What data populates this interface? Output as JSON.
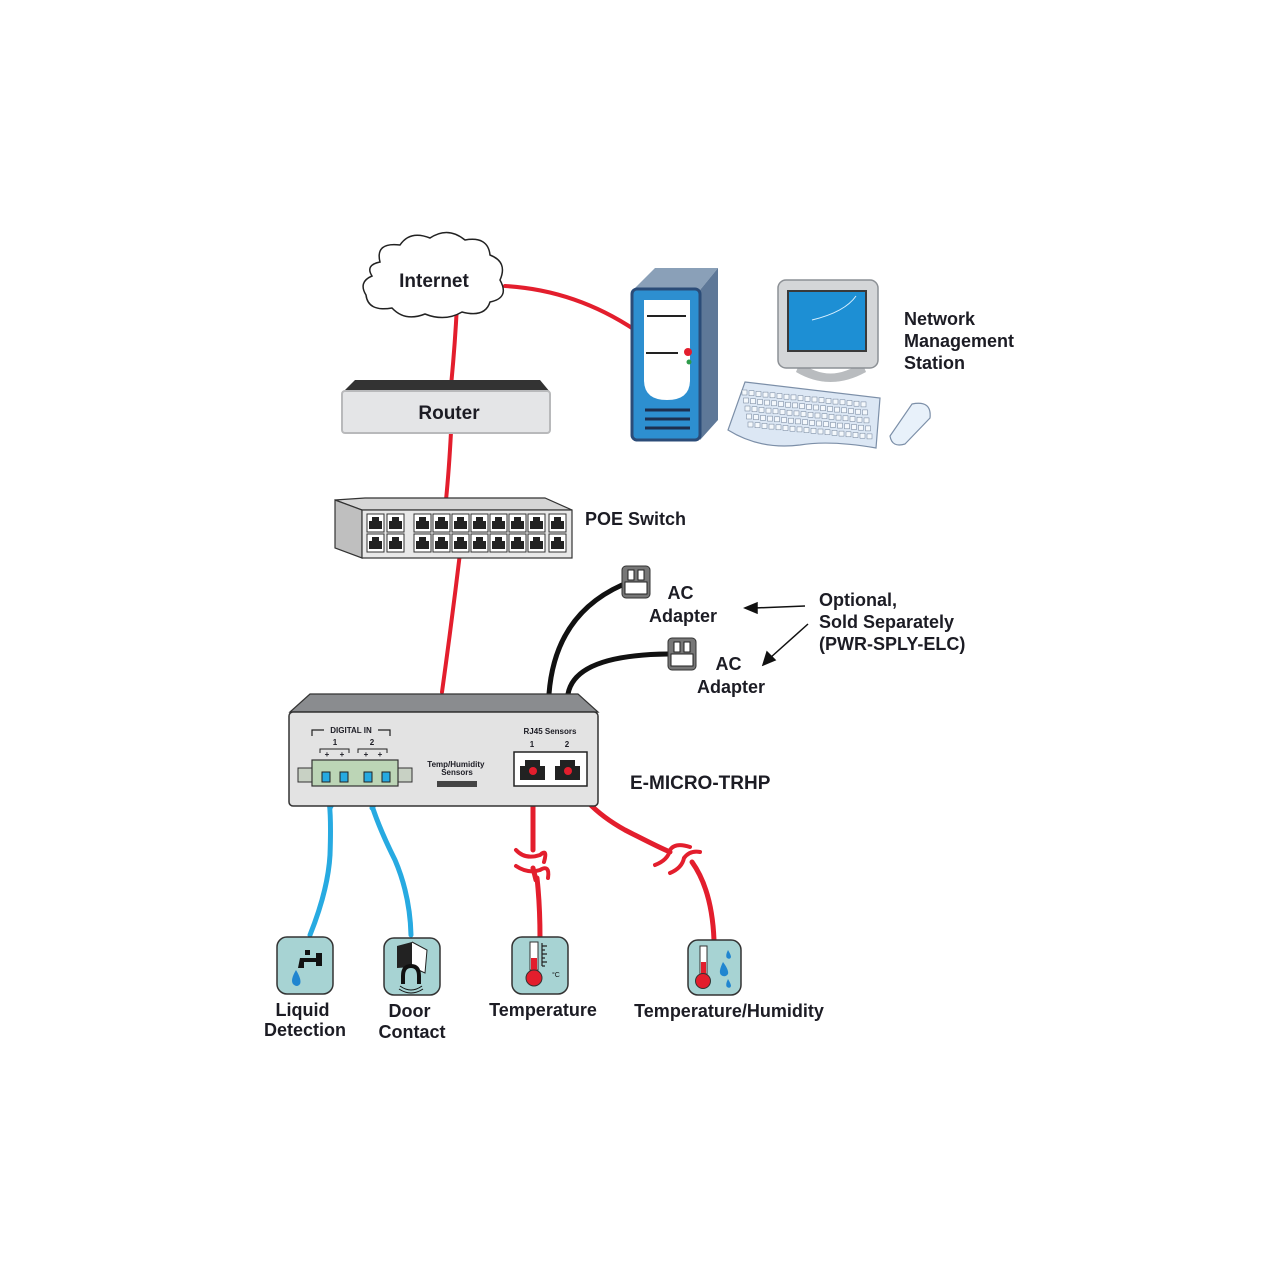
{
  "diagram": {
    "nodes": {
      "internet": {
        "label": "Internet"
      },
      "router": {
        "label": "Router"
      },
      "poe_switch": {
        "label": "POE Switch"
      },
      "nms": {
        "label_lines": [
          "Network",
          "Management",
          "Station"
        ]
      },
      "ac_adapter_1": {
        "label_lines": [
          "AC",
          "Adapter"
        ]
      },
      "ac_adapter_2": {
        "label_lines": [
          "AC",
          "Adapter"
        ]
      },
      "optional_note": {
        "label_lines": [
          "Optional,",
          "Sold Separately",
          "(PWR-SPLY-ELC)"
        ]
      },
      "device": {
        "label": "E-MICRO-TRHP",
        "digital_in_label": "DIGITAL IN",
        "digital_in_channels": [
          "1",
          "2"
        ],
        "polarity": [
          "+",
          "+",
          "+",
          "+"
        ],
        "temp_humidity_label_lines": [
          "Temp/Humidity",
          "Sensors"
        ],
        "rj45_label": "RJ45 Sensors",
        "rj45_ports": [
          "1",
          "2"
        ]
      },
      "sensors": [
        {
          "label_lines": [
            "Liquid",
            "Detection"
          ],
          "icon": "faucet-drop-icon"
        },
        {
          "label_lines": [
            "Door",
            "Contact"
          ],
          "icon": "door-magnet-icon"
        },
        {
          "label_lines": [
            "Temperature"
          ],
          "icon": "thermometer-icon",
          "unit": "°C"
        },
        {
          "label_lines": [
            "Temperature/Humidity"
          ],
          "icon": "thermometer-humidity-icon"
        }
      ]
    },
    "colors": {
      "network_cable": "#e31e2d",
      "power_cable": "#111111",
      "digital_cable": "#27aae1",
      "sensor_tile": "#a7d3d3",
      "pc_blue": "#2d8fd0",
      "device_body": "#e3e3e3"
    }
  }
}
